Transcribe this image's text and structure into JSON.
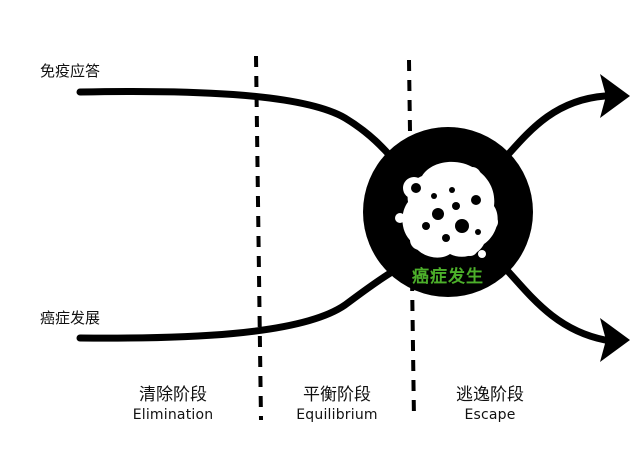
{
  "curves": {
    "immune": "免疫应答",
    "cancer": "癌症发展"
  },
  "phases": [
    {
      "zh": "清除阶段",
      "en": "Elimination"
    },
    {
      "zh": "平衡阶段",
      "en": "Equilibrium"
    },
    {
      "zh": "逃逸阶段",
      "en": "Escape"
    }
  ],
  "center": {
    "label": "癌症发生"
  },
  "colors": {
    "line": "#000000",
    "tumor": "#000000",
    "cells": "#ffffff",
    "center_label": "#4caf2a"
  },
  "icons": [
    "tumor-cell-cluster-icon",
    "arrow-head-icon"
  ]
}
